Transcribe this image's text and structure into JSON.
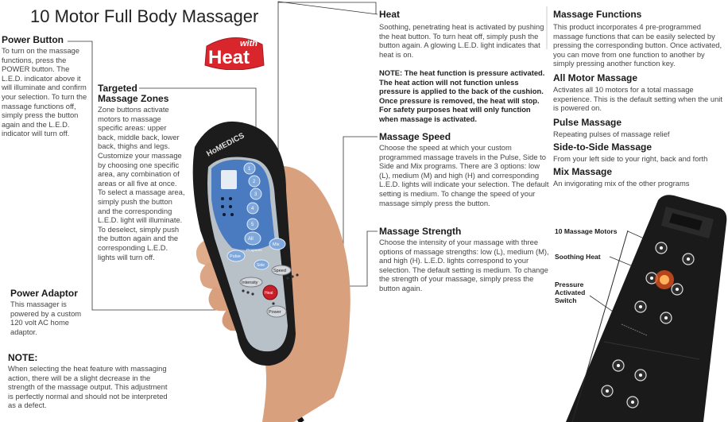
{
  "title": "10 Motor Full Body Massager",
  "badge": {
    "small": "with",
    "big": "Heat"
  },
  "power_button": {
    "heading": "Power Button",
    "body": "To turn on the massage functions, press the POWER button. The L.E.D. indicator above it will illuminate and confirm your selection. To turn the massage functions off, simply press the button again and the L.E.D. indicator will turn off."
  },
  "targeted": {
    "heading_line1": "Targeted",
    "heading_line2": "Massage Zones",
    "body": "Zone buttons activate motors to massage specific areas: upper back, middle back, lower back, thighs and legs. Customize your massage by choosing one specific area, any combination of areas or all five at once. To select a massage area, simply push the button and the corresponding L.E.D. light will illuminate. To deselect, simply push the button again and the corresponding L.E.D. lights will turn off."
  },
  "power_adaptor": {
    "heading": "Power Adaptor",
    "body": "This massager is powered by a custom 120 volt AC home adaptor."
  },
  "note": {
    "heading": "NOTE:",
    "body": "When selecting the heat feature with massaging action, there will be a slight decrease in the strength of the massage output. This adjustment is perfectly normal and should not be interpreted as a defect."
  },
  "heat": {
    "heading": "Heat",
    "body": "Soothing, penetrating heat is activated by pushing the heat button. To turn heat off, simply push the button again. A glowing L.E.D. light indicates that heat is on.",
    "note": "NOTE: The heat function is pressure activated. The heat action will not function unless pressure is applied to the back of the cushion. Once pressure is removed, the heat will stop. For safety purposes heat will only function when massage is activated."
  },
  "speed": {
    "heading": "Massage Speed",
    "body": "Choose the speed at which your custom programmed massage travels in the Pulse, Side to Side and Mix programs. There are 3 options: low (L), medium (M) and high (H) and corresponding L.E.D. lights will indicate your selection. The default setting is medium. To change the speed of your massage simply press the button."
  },
  "strength": {
    "heading": "Massage Strength",
    "body": "Choose the intensity of your massage with three options of massage strengths: low (L), medium (M), and high (H). L.E.D. lights correspond to your selection. The default setting is medium. To change the strength of your massage, simply press the button again."
  },
  "functions": {
    "heading": "Massage Functions",
    "body": "This product incorporates 4 pre-programmed massage functions that can be easily selected by pressing the corresponding button. Once activated, you can move from one function to another by simply pressing another function key."
  },
  "all_motor": {
    "heading": "All Motor Massage",
    "body": "Activates all 10 motors for a total massage experience. This is the default setting when the unit is powered on."
  },
  "pulse": {
    "heading": "Pulse Massage",
    "body": "Repeating pulses of massage relief"
  },
  "side": {
    "heading": "Side-to-Side Massage",
    "body": "From your left side to your right, back and forth"
  },
  "mix": {
    "heading": "Mix Massage",
    "body": "An invigorating mix of the other programs"
  },
  "mat_labels": {
    "motors": "10 Massage Motors",
    "heat": "Soothing Heat",
    "switch_l1": "Pressure",
    "switch_l2": "Activated",
    "switch_l3": "Switch"
  },
  "remote": {
    "brand": "HoMEDICS",
    "zones": [
      "1",
      "2",
      "3",
      "4",
      "5"
    ],
    "all": "All",
    "pulse": "Pulse",
    "mix": "Mix",
    "programs": "Programs",
    "side": "Side",
    "speed": "Speed",
    "intensity": "Intensity",
    "heat": "Heat",
    "power": "Power"
  },
  "colors": {
    "remote_body": "#1c1c1c",
    "remote_panel": "#b8c0c8",
    "zone_blue": "#4a7bc0",
    "badge_red": "#d8262c",
    "heat_glow": "#e8541e",
    "mat": "#1a1a1a"
  }
}
